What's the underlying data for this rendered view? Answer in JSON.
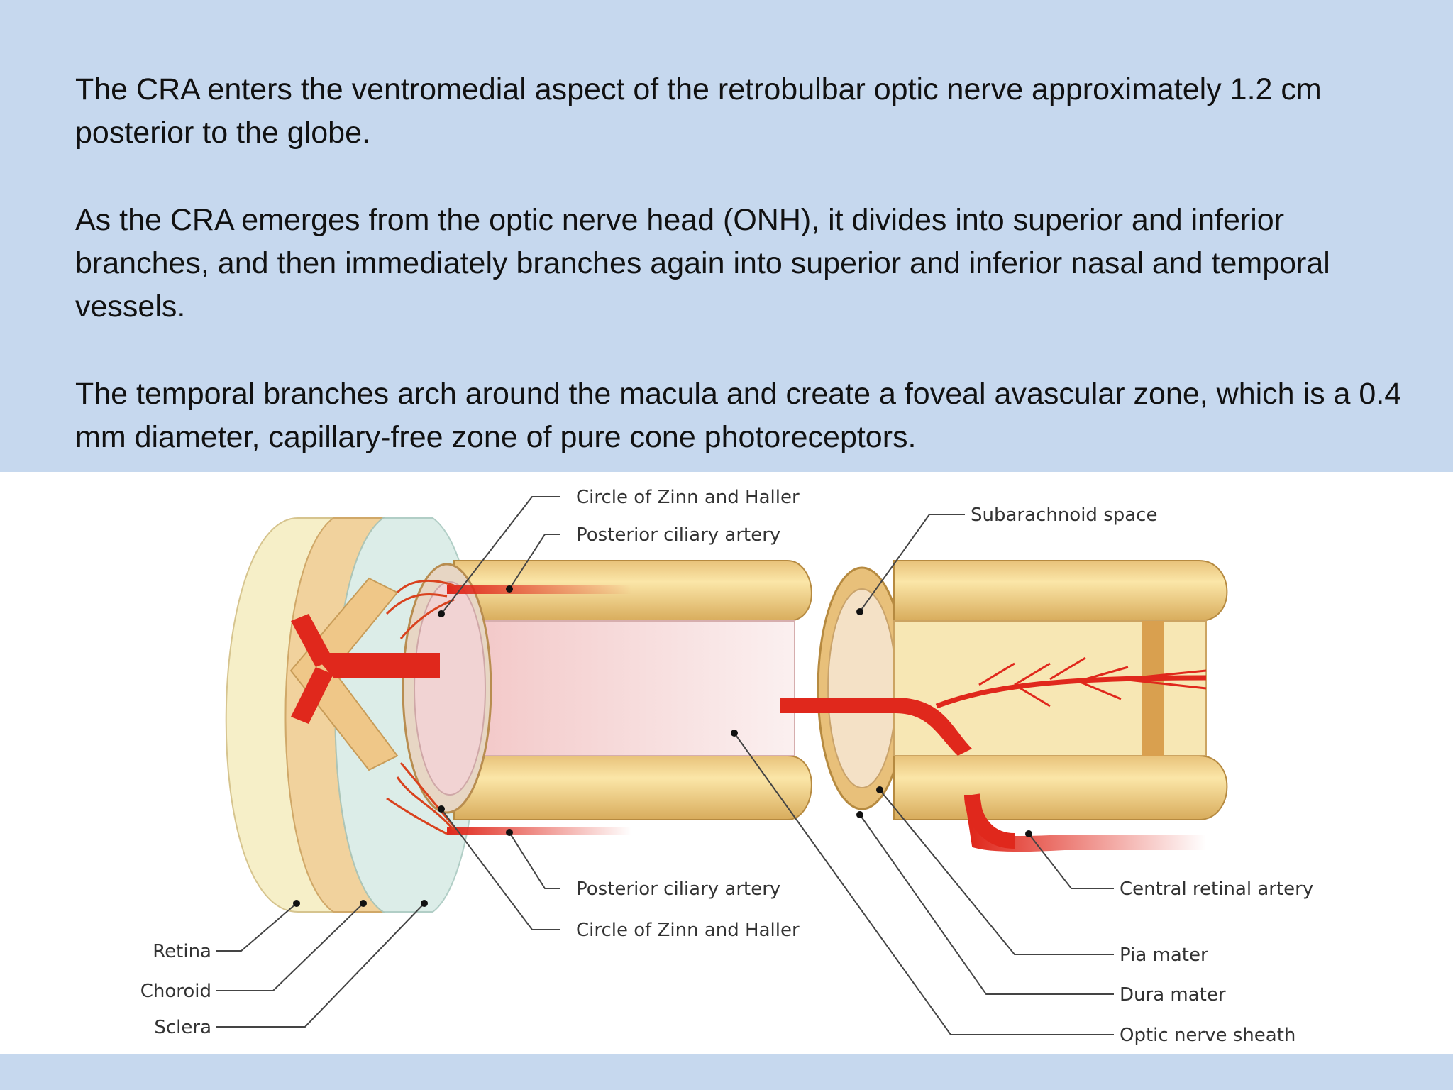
{
  "slide": {
    "paragraphs": [
      "The CRA enters the ventromedial aspect of the retrobulbar optic nerve approximately 1.2 cm posterior to the globe.",
      "As the CRA emerges from the optic nerve head (ONH), it divides into superior and inferior branches, and then immediately branches again into superior and inferior nasal and temporal vessels.",
      "The temporal branches arch around the macula and create a foveal avascular zone, which is a 0.4 mm diameter, capillary-free zone of pure cone photoreceptors."
    ]
  },
  "diagram": {
    "labels": {
      "circle_zinn_top": "Circle of Zinn and Haller",
      "posterior_ciliary_top": "Posterior ciliary artery",
      "subarachnoid_space": "Subarachnoid space",
      "posterior_ciliary_bottom": "Posterior ciliary artery",
      "circle_zinn_bottom": "Circle of Zinn and Haller",
      "central_retinal_artery": "Central retinal artery",
      "pia_mater": "Pia mater",
      "dura_mater": "Dura mater",
      "optic_nerve_sheath": "Optic nerve sheath",
      "retina": "Retina",
      "choroid": "Choroid",
      "sclera": "Sclera"
    },
    "colors": {
      "artery": "#e0281c",
      "sheath": "#f2d48a",
      "retina_layer": "#f6efc8",
      "choroid_layer": "#f1d29d",
      "sclera_layer": "#d9ece6",
      "nerve": "#f6dede",
      "background": "#c6d8ee"
    }
  }
}
